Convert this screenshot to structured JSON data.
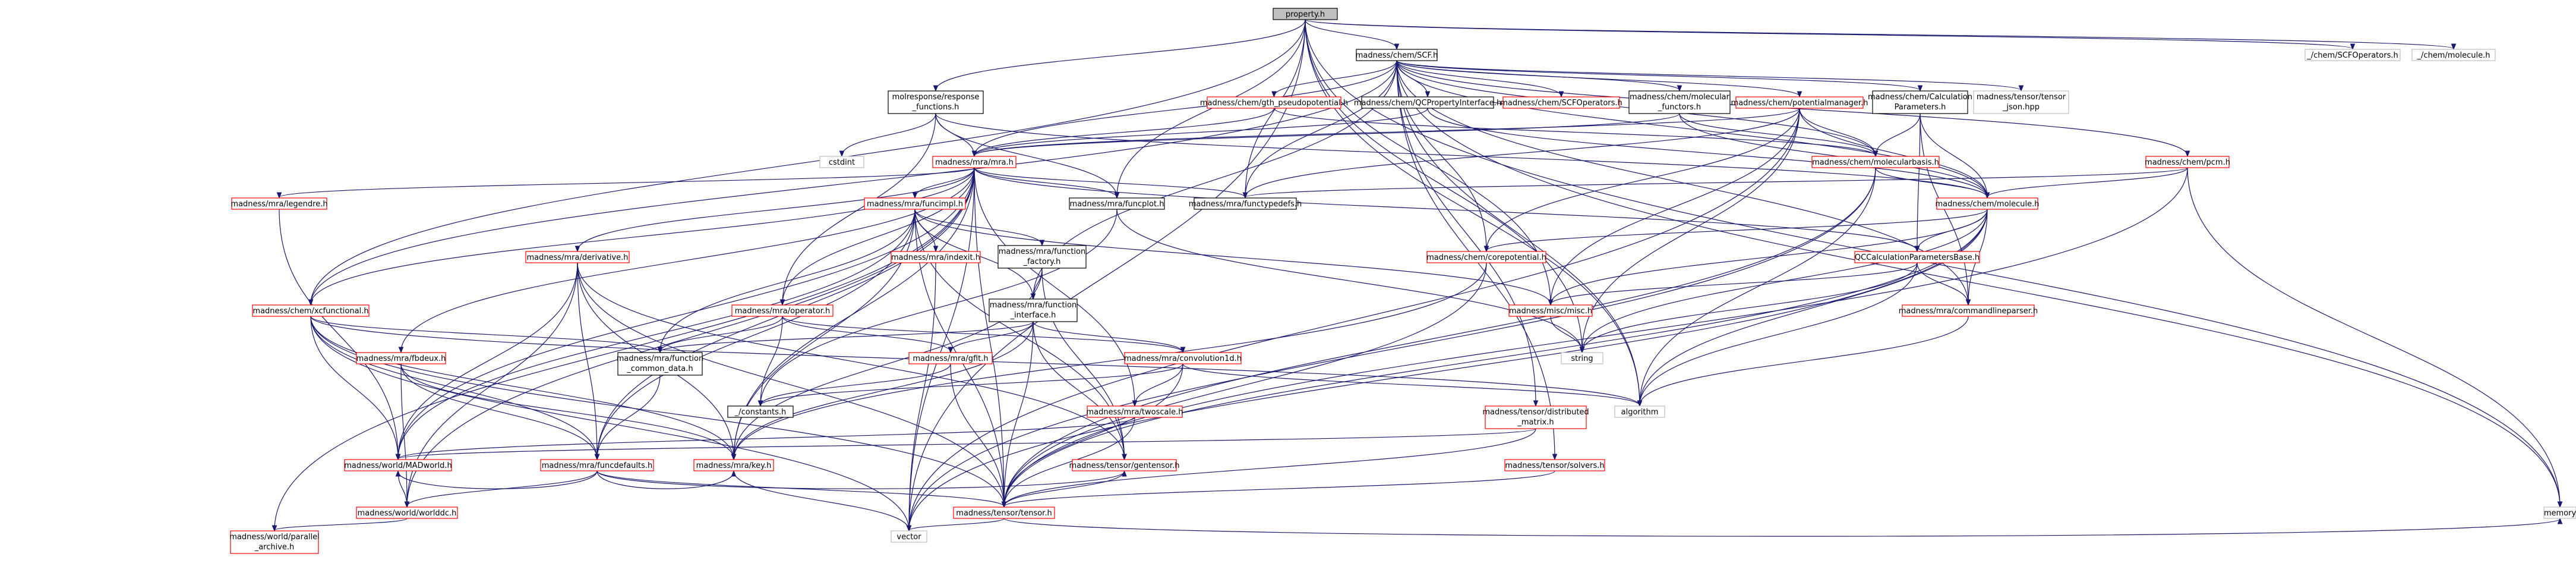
{
  "nodes": [
    {
      "id": "n_root",
      "lines": [
        "property.h"
      ],
      "style": "root",
      "color": "#bfbfbf"
    },
    {
      "id": "n_scf",
      "lines": [
        "madness/chem/SCF.h"
      ],
      "style": "black"
    },
    {
      "id": "n_scfops_ext",
      "lines": [
        "_/chem/SCFOperators.h"
      ],
      "style": "gray"
    },
    {
      "id": "n_molecule_ext",
      "lines": [
        "_/chem/molecule.h"
      ],
      "style": "gray"
    },
    {
      "id": "n_molresp",
      "lines": [
        "molresponse/response",
        "_functions.h"
      ],
      "style": "black"
    },
    {
      "id": "n_gthpseudo",
      "lines": [
        "madness/chem/gth_pseudopotential.h"
      ],
      "style": "red"
    },
    {
      "id": "n_qcprop",
      "lines": [
        "madness/chem/QCPropertyInterface.h"
      ],
      "style": "black"
    },
    {
      "id": "n_scfops",
      "lines": [
        "madness/chem/SCFOperators.h"
      ],
      "style": "red"
    },
    {
      "id": "n_molfunctors",
      "lines": [
        "madness/chem/molecular",
        "_functors.h"
      ],
      "style": "black"
    },
    {
      "id": "n_potmgr",
      "lines": [
        "madness/chem/potentialmanager.h"
      ],
      "style": "red"
    },
    {
      "id": "n_calcparams",
      "lines": [
        "madness/chem/Calculation",
        "Parameters.h"
      ],
      "style": "black"
    },
    {
      "id": "n_tensorjson",
      "lines": [
        "madness/tensor/tensor",
        "_json.hpp"
      ],
      "style": "gray"
    },
    {
      "id": "n_cstdint",
      "lines": [
        "cstdint"
      ],
      "style": "gray"
    },
    {
      "id": "n_mra",
      "lines": [
        "madness/mra/mra.h"
      ],
      "style": "red"
    },
    {
      "id": "n_molbasis",
      "lines": [
        "madness/chem/molecularbasis.h"
      ],
      "style": "red"
    },
    {
      "id": "n_pcm",
      "lines": [
        "madness/chem/pcm.h"
      ],
      "style": "red"
    },
    {
      "id": "n_legendre",
      "lines": [
        "madness/mra/legendre.h"
      ],
      "style": "red"
    },
    {
      "id": "n_funcimpl",
      "lines": [
        "madness/mra/funcimpl.h"
      ],
      "style": "red"
    },
    {
      "id": "n_funcplot",
      "lines": [
        "madness/mra/funcplot.h"
      ],
      "style": "black"
    },
    {
      "id": "n_functypedefs",
      "lines": [
        "madness/mra/functypedefs.h"
      ],
      "style": "black"
    },
    {
      "id": "n_molecule",
      "lines": [
        "madness/chem/molecule.h"
      ],
      "style": "red"
    },
    {
      "id": "n_derivative",
      "lines": [
        "madness/mra/derivative.h"
      ],
      "style": "red"
    },
    {
      "id": "n_indexit",
      "lines": [
        "madness/mra/indexit.h"
      ],
      "style": "red"
    },
    {
      "id": "n_funcfactory",
      "lines": [
        "madness/mra/function",
        "_factory.h"
      ],
      "style": "black"
    },
    {
      "id": "n_corepot",
      "lines": [
        "madness/chem/corepotential.h"
      ],
      "style": "red"
    },
    {
      "id": "n_qccalcbase",
      "lines": [
        "QCCalculationParametersBase.h"
      ],
      "style": "red"
    },
    {
      "id": "n_xcfunctional",
      "lines": [
        "madness/chem/xcfunctional.h"
      ],
      "style": "red"
    },
    {
      "id": "n_operator",
      "lines": [
        "madness/mra/operator.h"
      ],
      "style": "red"
    },
    {
      "id": "n_funcinterface",
      "lines": [
        "madness/mra/function",
        "_interface.h"
      ],
      "style": "black"
    },
    {
      "id": "n_miscmisc",
      "lines": [
        "madness/misc/misc.h"
      ],
      "style": "red"
    },
    {
      "id": "n_cmdparser",
      "lines": [
        "madness/mra/commandlineparser.h"
      ],
      "style": "red"
    },
    {
      "id": "n_fbdeux",
      "lines": [
        "madness/mra/fbdeux.h"
      ],
      "style": "red"
    },
    {
      "id": "n_funccommon",
      "lines": [
        "madness/mra/function",
        "_common_data.h"
      ],
      "style": "black"
    },
    {
      "id": "n_qmr",
      "lines": [
        "madness/mra/gfit.h"
      ],
      "style": "red"
    },
    {
      "id": "n_convolution",
      "lines": [
        "madness/mra/convolution1d.h"
      ],
      "style": "red"
    },
    {
      "id": "n_string",
      "lines": [
        "string"
      ],
      "style": "gray"
    },
    {
      "id": "n_constants",
      "lines": [
        "_/constants.h"
      ],
      "style": "black"
    },
    {
      "id": "n_twoscale",
      "lines": [
        "madness/mra/twoscale.h"
      ],
      "style": "red"
    },
    {
      "id": "n_distmatrix",
      "lines": [
        "madness/tensor/distributed",
        "_matrix.h"
      ],
      "style": "red"
    },
    {
      "id": "n_algorithm",
      "lines": [
        "algorithm"
      ],
      "style": "gray"
    },
    {
      "id": "n_funcdefaults",
      "lines": [
        "madness/mra/funcdefaults.h"
      ],
      "style": "red"
    },
    {
      "id": "n_worldmad",
      "lines": [
        "madness/world/MADworld.h"
      ],
      "style": "red"
    },
    {
      "id": "n_key",
      "lines": [
        "madness/mra/key.h"
      ],
      "style": "red"
    },
    {
      "id": "n_gentensor",
      "lines": [
        "madness/tensor/gentensor.h"
      ],
      "style": "red"
    },
    {
      "id": "n_solvers",
      "lines": [
        "madness/tensor/solvers.h"
      ],
      "style": "red"
    },
    {
      "id": "n_worlddc",
      "lines": [
        "madness/world/worlddc.h"
      ],
      "style": "red"
    },
    {
      "id": "n_tensor",
      "lines": [
        "madness/tensor/tensor.h"
      ],
      "style": "red"
    },
    {
      "id": "n_memory",
      "lines": [
        "memory"
      ],
      "style": "gray"
    },
    {
      "id": "n_parallelarchive",
      "lines": [
        "madness/world/parallel",
        "_archive.h"
      ],
      "style": "red"
    },
    {
      "id": "n_vector",
      "lines": [
        "vector"
      ],
      "style": "gray"
    }
  ],
  "edges": [
    [
      "n_root",
      "n_scf"
    ],
    [
      "n_root",
      "n_scfops_ext"
    ],
    [
      "n_root",
      "n_molecule_ext"
    ],
    [
      "n_root",
      "n_molresp"
    ],
    [
      "n_root",
      "n_memory"
    ],
    [
      "n_root",
      "n_vector"
    ],
    [
      "n_root",
      "n_xcfunctional"
    ],
    [
      "n_root",
      "n_functypedefs"
    ],
    [
      "n_root",
      "n_funcplot"
    ],
    [
      "n_root",
      "n_miscmisc"
    ],
    [
      "n_root",
      "n_string"
    ],
    [
      "n_root",
      "n_algorithm"
    ],
    [
      "n_scf",
      "n_gthpseudo"
    ],
    [
      "n_scf",
      "n_qcprop"
    ],
    [
      "n_scf",
      "n_scfops"
    ],
    [
      "n_scf",
      "n_molfunctors"
    ],
    [
      "n_scf",
      "n_potmgr"
    ],
    [
      "n_scf",
      "n_calcparams"
    ],
    [
      "n_scf",
      "n_tensorjson"
    ],
    [
      "n_scf",
      "n_pcm"
    ],
    [
      "n_scf",
      "n_mra"
    ],
    [
      "n_scf",
      "n_molbasis"
    ],
    [
      "n_scf",
      "n_molecule"
    ],
    [
      "n_scf",
      "n_corepot"
    ],
    [
      "n_scf",
      "n_distmatrix"
    ],
    [
      "n_scf",
      "n_solvers"
    ],
    [
      "n_scf",
      "n_funcinterface"
    ],
    [
      "n_scf",
      "n_memory"
    ],
    [
      "n_scf",
      "n_xcfunctional"
    ],
    [
      "n_scf",
      "n_cmdparser"
    ],
    [
      "n_scf",
      "n_algorithm"
    ],
    [
      "n_scf",
      "n_functypedefs"
    ],
    [
      "n_molresp",
      "n_cstdint"
    ],
    [
      "n_molresp",
      "n_mra"
    ],
    [
      "n_molresp",
      "n_molecule"
    ],
    [
      "n_molresp",
      "n_funcplot"
    ],
    [
      "n_molresp",
      "n_operator"
    ],
    [
      "n_gthpseudo",
      "n_mra"
    ],
    [
      "n_gthpseudo",
      "n_molbasis"
    ],
    [
      "n_qcprop",
      "n_molecule"
    ],
    [
      "n_qcprop",
      "n_mra"
    ],
    [
      "n_molfunctors",
      "n_molbasis"
    ],
    [
      "n_molfunctors",
      "n_molecule"
    ],
    [
      "n_molfunctors",
      "n_mra"
    ],
    [
      "n_potmgr",
      "n_mra"
    ],
    [
      "n_potmgr",
      "n_molbasis"
    ],
    [
      "n_potmgr",
      "n_molecule"
    ],
    [
      "n_potmgr",
      "n_corepot"
    ],
    [
      "n_potmgr",
      "n_miscmisc"
    ],
    [
      "n_potmgr",
      "n_functypedefs"
    ],
    [
      "n_potmgr",
      "n_string"
    ],
    [
      "n_potmgr",
      "n_vector"
    ],
    [
      "n_calcparams",
      "n_molbasis"
    ],
    [
      "n_calcparams",
      "n_qccalcbase"
    ],
    [
      "n_calcparams",
      "n_cmdparser"
    ],
    [
      "n_calcparams",
      "n_molecule"
    ],
    [
      "n_mra",
      "n_legendre"
    ],
    [
      "n_mra",
      "n_funcimpl"
    ],
    [
      "n_mra",
      "n_funcplot"
    ],
    [
      "n_mra",
      "n_functypedefs"
    ],
    [
      "n_mra",
      "n_derivative"
    ],
    [
      "n_mra",
      "n_operator"
    ],
    [
      "n_mra",
      "n_fbdeux"
    ],
    [
      "n_mra",
      "n_funcdefaults"
    ],
    [
      "n_mra",
      "n_worldmad"
    ],
    [
      "n_mra",
      "n_worlddc"
    ],
    [
      "n_mra",
      "n_parallelarchive"
    ],
    [
      "n_mra",
      "n_key"
    ],
    [
      "n_mra",
      "n_twoscale"
    ],
    [
      "n_mra",
      "n_tensor"
    ],
    [
      "n_mra",
      "n_xcfunctional"
    ],
    [
      "n_mra",
      "n_qccalcbase"
    ],
    [
      "n_mra",
      "n_vector"
    ],
    [
      "n_molbasis",
      "n_molecule"
    ],
    [
      "n_molbasis",
      "n_tensor"
    ],
    [
      "n_molbasis",
      "n_vector"
    ],
    [
      "n_molbasis",
      "n_algorithm"
    ],
    [
      "n_pcm",
      "n_molecule"
    ],
    [
      "n_pcm",
      "n_functypedefs"
    ],
    [
      "n_pcm",
      "n_tensor"
    ],
    [
      "n_pcm",
      "n_memory"
    ],
    [
      "n_funcimpl",
      "n_indexit"
    ],
    [
      "n_funcimpl",
      "n_funcfactory"
    ],
    [
      "n_funcimpl",
      "n_funcinterface"
    ],
    [
      "n_funcimpl",
      "n_funccommon"
    ],
    [
      "n_funcimpl",
      "n_worldmad"
    ],
    [
      "n_funcimpl",
      "n_key"
    ],
    [
      "n_funcimpl",
      "n_tensor"
    ],
    [
      "n_funcimpl",
      "n_gentensor"
    ],
    [
      "n_funcimpl",
      "n_miscmisc"
    ],
    [
      "n_funcimpl",
      "n_funcdefaults"
    ],
    [
      "n_funcplot",
      "n_string"
    ],
    [
      "n_funcplot",
      "n_constants"
    ],
    [
      "n_molecule",
      "n_corepot"
    ],
    [
      "n_molecule",
      "n_qccalcbase"
    ],
    [
      "n_molecule",
      "n_miscmisc"
    ],
    [
      "n_molecule",
      "n_cmdparser"
    ],
    [
      "n_molecule",
      "n_tensor"
    ],
    [
      "n_molecule",
      "n_string"
    ],
    [
      "n_molecule",
      "n_algorithm"
    ],
    [
      "n_molecule",
      "n_vector"
    ],
    [
      "n_legendre",
      "n_worldmad"
    ],
    [
      "n_derivative",
      "n_funcdefaults"
    ],
    [
      "n_derivative",
      "n_worldmad"
    ],
    [
      "n_derivative",
      "n_key"
    ],
    [
      "n_derivative",
      "n_tensor"
    ],
    [
      "n_derivative",
      "n_gentensor"
    ],
    [
      "n_derivative",
      "n_worlddc"
    ],
    [
      "n_indexit",
      "n_vector"
    ],
    [
      "n_funcfactory",
      "n_funcinterface"
    ],
    [
      "n_funcfactory",
      "n_key"
    ],
    [
      "n_funcfactory",
      "n_gentensor"
    ],
    [
      "n_corepot",
      "n_tensor"
    ],
    [
      "n_corepot",
      "n_key"
    ],
    [
      "n_qccalcbase",
      "n_miscmisc"
    ],
    [
      "n_qccalcbase",
      "n_cmdparser"
    ],
    [
      "n_qccalcbase",
      "n_algorithm"
    ],
    [
      "n_qccalcbase",
      "n_string"
    ],
    [
      "n_xcfunctional",
      "n_funccommon"
    ],
    [
      "n_xcfunctional",
      "n_funcdefaults"
    ],
    [
      "n_xcfunctional",
      "n_worldmad"
    ],
    [
      "n_xcfunctional",
      "n_key"
    ],
    [
      "n_xcfunctional",
      "n_tensor"
    ],
    [
      "n_xcfunctional",
      "n_vector"
    ],
    [
      "n_xcfunctional",
      "n_algorithm"
    ],
    [
      "n_operator",
      "n_funccommon"
    ],
    [
      "n_operator",
      "n_qmr"
    ],
    [
      "n_operator",
      "n_convolution"
    ],
    [
      "n_operator",
      "n_constants"
    ],
    [
      "n_funcinterface",
      "n_funccommon"
    ],
    [
      "n_funcinterface",
      "n_key"
    ],
    [
      "n_funcinterface",
      "n_gentensor"
    ],
    [
      "n_funcinterface",
      "n_tensor"
    ],
    [
      "n_funcinterface",
      "n_qmr"
    ],
    [
      "n_funcinterface",
      "n_convolution"
    ],
    [
      "n_miscmisc",
      "n_string"
    ],
    [
      "n_cmdparser",
      "n_algorithm"
    ],
    [
      "n_fbdeux",
      "n_funcdefaults"
    ],
    [
      "n_fbdeux",
      "n_key"
    ],
    [
      "n_fbdeux",
      "n_worlddc"
    ],
    [
      "n_funccommon",
      "n_funcdefaults"
    ],
    [
      "n_qmr",
      "n_constants"
    ],
    [
      "n_qmr",
      "n_tensor"
    ],
    [
      "n_convolution",
      "n_constants"
    ],
    [
      "n_convolution",
      "n_twoscale"
    ],
    [
      "n_convolution",
      "n_tensor"
    ],
    [
      "n_convolution",
      "n_algorithm"
    ],
    [
      "n_twoscale",
      "n_tensor"
    ],
    [
      "n_twoscale",
      "n_worldmad"
    ],
    [
      "n_distmatrix",
      "n_worldmad"
    ],
    [
      "n_distmatrix",
      "n_tensor"
    ],
    [
      "n_funcdefaults",
      "n_worldmad"
    ],
    [
      "n_funcdefaults",
      "n_key"
    ],
    [
      "n_funcdefaults",
      "n_tensor"
    ],
    [
      "n_funcdefaults",
      "n_worlddc"
    ],
    [
      "n_funcdefaults",
      "n_gentensor"
    ],
    [
      "n_worldmad",
      "n_worlddc"
    ],
    [
      "n_key",
      "n_vector"
    ],
    [
      "n_gentensor",
      "n_tensor"
    ],
    [
      "n_solvers",
      "n_tensor"
    ],
    [
      "n_worlddc",
      "n_parallelarchive"
    ],
    [
      "n_tensor",
      "n_memory"
    ],
    [
      "n_tensor",
      "n_vector"
    ]
  ]
}
